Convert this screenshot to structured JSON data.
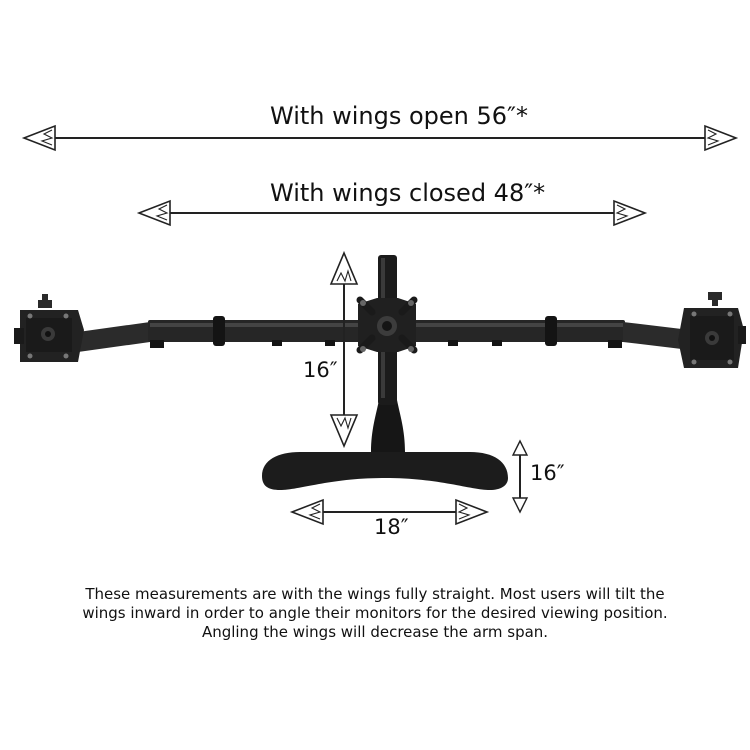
{
  "labels": {
    "wings_open": "With wings open 56″*",
    "wings_closed": "With wings closed 48″*",
    "pole_height": "16″",
    "base_depth": "16″",
    "base_width": "18″"
  },
  "note": {
    "line1": "These measurements are with the wings fully straight.  Most users will tilt the",
    "line2": "wings inward in order to angle their monitors for the desired viewing position.",
    "line3": "Angling the wings will decrease the arm span."
  },
  "colors": {
    "stand": "#1b1b1b",
    "arm": "#262626",
    "line": "#222222",
    "text": "#111111"
  }
}
